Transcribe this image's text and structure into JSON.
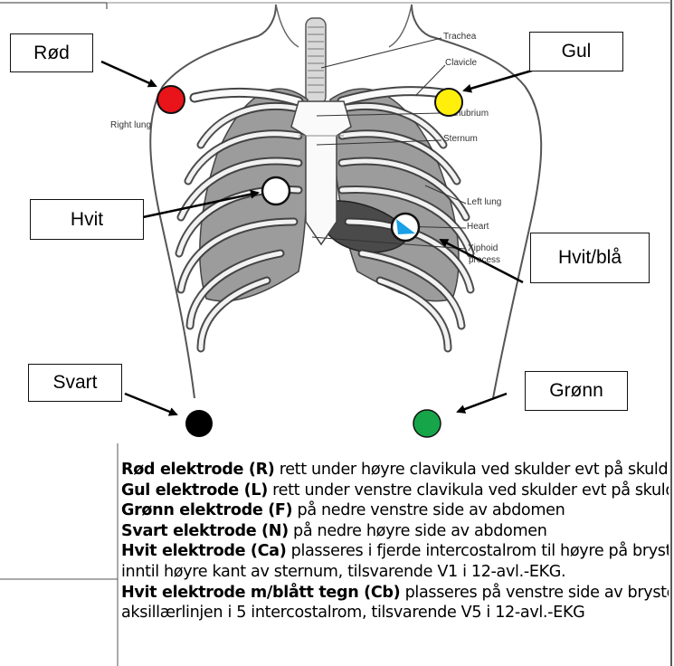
{
  "boxes": {
    "red": "Rød",
    "yellow": "Gul",
    "white": "Hvit",
    "white_blue": "Hvit/blå",
    "black": "Svart",
    "green": "Grønn"
  },
  "anatomy": {
    "trachea": "Trachea",
    "clavicle": "Clavicle",
    "manubrium": "Manubrium",
    "sternum": "Sternum",
    "right_lung": "Right lung",
    "left_lung": "Left lung",
    "heart": "Heart",
    "xiphoid_1": "Xiphoid",
    "xiphoid_2": "process"
  },
  "colors": {
    "red": "#e8141a",
    "yellow": "#ffef0a",
    "white": "#ffffff",
    "blue": "#1aa0e6",
    "black": "#000000",
    "green": "#17a54a"
  },
  "legend": [
    {
      "bold": "Rød elektrode (R)",
      "text": " rett under høyre clavikula ved skulder evt på skulder"
    },
    {
      "bold": "Gul elektrode (L)",
      "text": " rett under venstre clavikula ved skulder evt på skulder"
    },
    {
      "bold": "Grønn elektrode (F)",
      "text": " på nedre venstre side av abdomen"
    },
    {
      "bold": "Svart elektrode (N)",
      "text": " på nedre høyre side av abdomen"
    },
    {
      "bold": "Hvit elektrode (Ca)",
      "text": " plasseres i fjerde intercostalrom til høyre på brystet"
    },
    {
      "bold": "",
      "text": "inntil høyre kant av sternum, tilsvarende V1 i 12-avl.-EKG."
    },
    {
      "bold": "Hvit elektrode m/blått tegn (Cb)",
      "text": " plasseres på venstre side av brystet i"
    },
    {
      "bold": "",
      "text": "aksillærlinjen i 5 intercostalrom, tilsvarende V5 i 12-avl.-EKG"
    }
  ]
}
